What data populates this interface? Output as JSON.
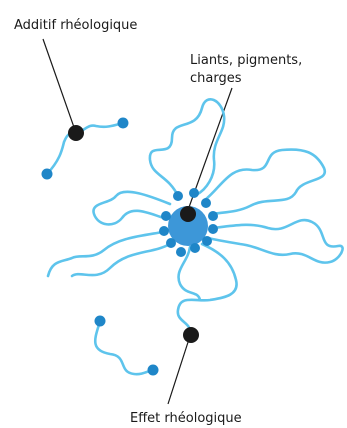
{
  "diagram": {
    "labels": {
      "additif": "Additif rhéologique",
      "liants_line1": "Liants, pigments,",
      "liants_line2": "charges",
      "effet": "Effet rhéologique"
    },
    "colors": {
      "chain": "#5ec4ec",
      "end_dot": "#1f86c8",
      "particle": "#3d97d8",
      "anchor": "#1a1a1a",
      "text": "#1a1a1a"
    }
  }
}
